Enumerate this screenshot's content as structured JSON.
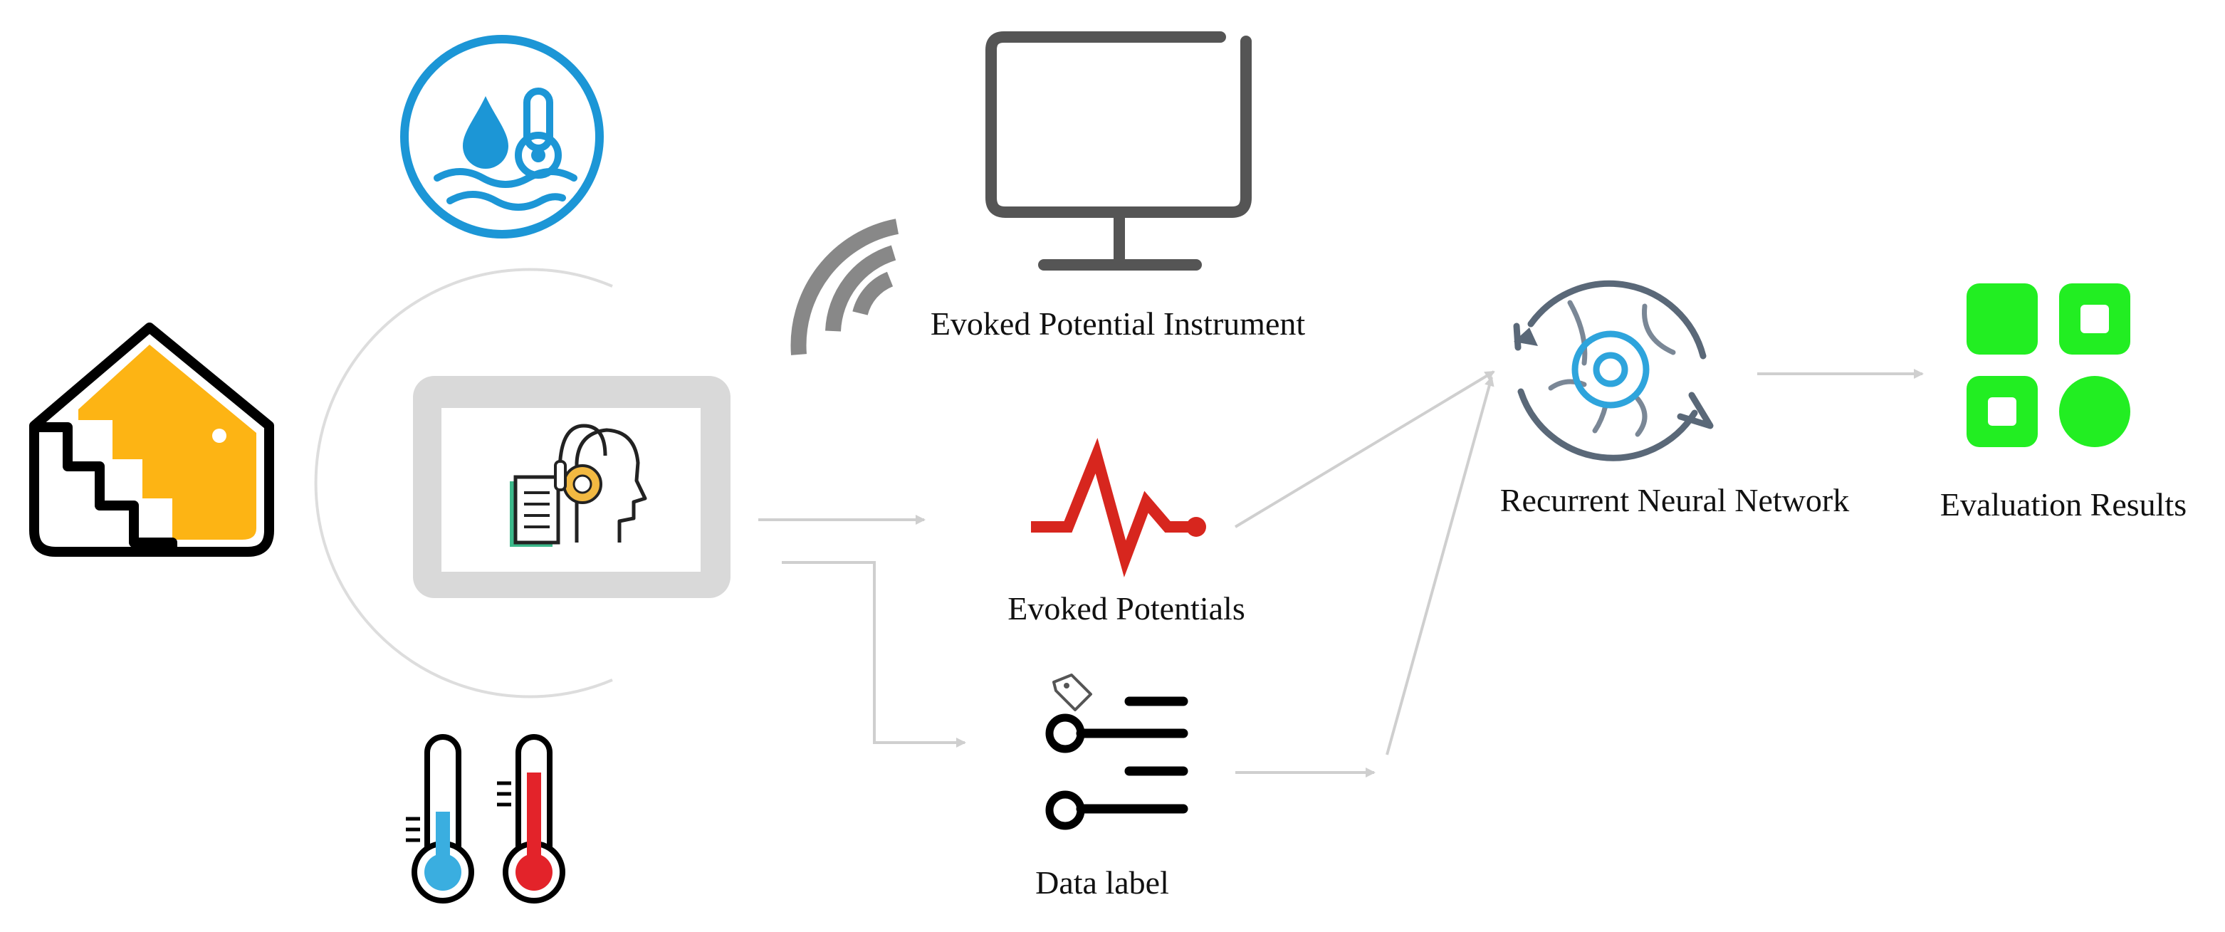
{
  "labels": {
    "instrument": "Evoked Potential Instrument",
    "potentials": "Evoked Potentials",
    "data_label": "Data label",
    "rnn": "Recurrent Neural Network",
    "results": "Evaluation Results"
  },
  "icons": {
    "house": "house-stairs-icon",
    "humidity": "humidity-temperature-icon",
    "thermometers": "thermometers-icon",
    "subject": "subject-listening-icon",
    "wireless": "wireless-signal-icon",
    "monitor": "monitor-icon",
    "waveform": "evoked-waveform-icon",
    "tag": "tag-icon",
    "data_list": "data-list-icon",
    "rnn": "recurrent-network-icon",
    "results": "results-grid-icon"
  },
  "colors": {
    "arrow": "#cfcfcf",
    "monitor": "#555555",
    "house": "#fdb414",
    "humidity": "#1c96d6",
    "waveform": "#d7261e",
    "rnn_cycle": "#5a6878",
    "rnn_eye": "#2ea4dc",
    "results": "#22ee22",
    "cold": "#3aaee0",
    "hot": "#e3232a"
  }
}
